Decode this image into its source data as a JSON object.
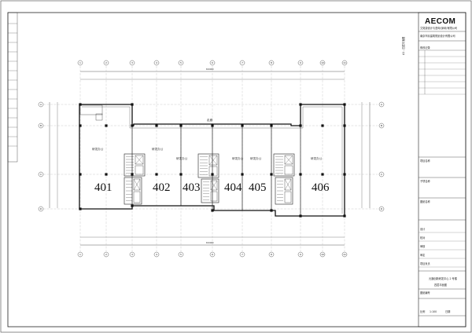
{
  "brand": {
    "logo_text": "AECOM",
    "company_line1": "艾奕康设计与咨询(深圳)有限公司",
    "company_line2": "南京市民建筑规划设计有限公司"
  },
  "drawing": {
    "side_title": "A1 - 四层平面图",
    "units": [
      "401",
      "402",
      "403",
      "404",
      "405",
      "406"
    ],
    "overall_dimension": "64400",
    "room_label": "研发办公",
    "corridor_label": "走廊",
    "grid_columns": [
      "1",
      "2",
      "3",
      "4",
      "5",
      "6",
      "7",
      "8",
      "9",
      "10",
      "11"
    ],
    "grid_rows": [
      "A",
      "B",
      "C",
      "D"
    ]
  },
  "title_block": {
    "row_labels": [
      "项目名称",
      "子项名称",
      "图纸名称",
      "图纸编号"
    ],
    "project_name": "元通创新研发中心 2 号楼",
    "sheet_title": "四层平面图",
    "revision_header": "修改记录",
    "signoff_labels": [
      "设计",
      "校对",
      "审核",
      "审定",
      "项目负责"
    ],
    "date_label": "日期",
    "scale_label": "比例",
    "scale_value": "1:100"
  }
}
